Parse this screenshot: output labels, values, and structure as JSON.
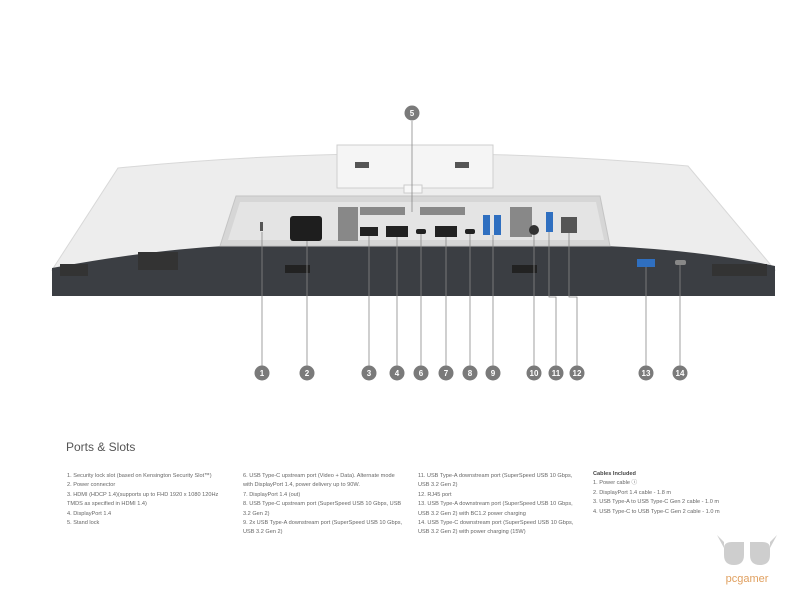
{
  "section_title": "Ports & Slots",
  "callouts": [
    "1",
    "2",
    "3",
    "4",
    "5",
    "6",
    "7",
    "8",
    "9",
    "10",
    "11",
    "12",
    "13",
    "14"
  ],
  "ports_col1": [
    "1. Security lock slot (based on Kensington Security Slot™)",
    "2. Power connector",
    "3. HDMI (HDCP 1.4)(supports up to FHD 1920 x 1080 120Hz",
    "TMDS as specified in HDMI 1.4)",
    "4. DisplayPort 1.4",
    "5. Stand lock"
  ],
  "ports_col2": [
    "6. USB Type-C upstream port (Video + Data). Alternate mode",
    "with DisplayPort 1.4, power delivery up to 90W.",
    "7. DisplayPort 1.4 (out)",
    "8. USB Type-C upstream port (SuperSpeed USB 10 Gbps, USB",
    "3.2 Gen 2)",
    "9. 2x USB Type-A downstream port (SuperSpeed USB 10 Gbps,",
    "USB 3.2 Gen 2)"
  ],
  "ports_col3": [
    "11. USB Type-A downstream port (SuperSpeed USB 10 Gbps,",
    "USB 3.2 Gen 2)",
    "12. RJ45 port",
    "13. USB Type-A downstream port (SuperSpeed USB 10 Gbps,",
    "USB 3.2 Gen 2) with BC1.2 power charging",
    "14. USB Type-C downstream port (SuperSpeed USB 10 Gbps,",
    "USB 3.2 Gen 2) with power charging (15W)"
  ],
  "cables": {
    "heading": "Cables Included",
    "items": [
      "1. Power cable ⓘ",
      "2. DisplayPort 1.4 cable - 1.8 m",
      "3. USB Type-A to USB Type-C Gen 2 cable - 1.0 m",
      "4. USB Type-C to USB Type-C Gen 2 cable - 1.0 m"
    ]
  },
  "watermark": "pcgamer",
  "colors": {
    "callout": "#7a7a7a",
    "usb_blue": "#2f6fc0",
    "body": "#ececec",
    "base": "#3a3d42"
  }
}
